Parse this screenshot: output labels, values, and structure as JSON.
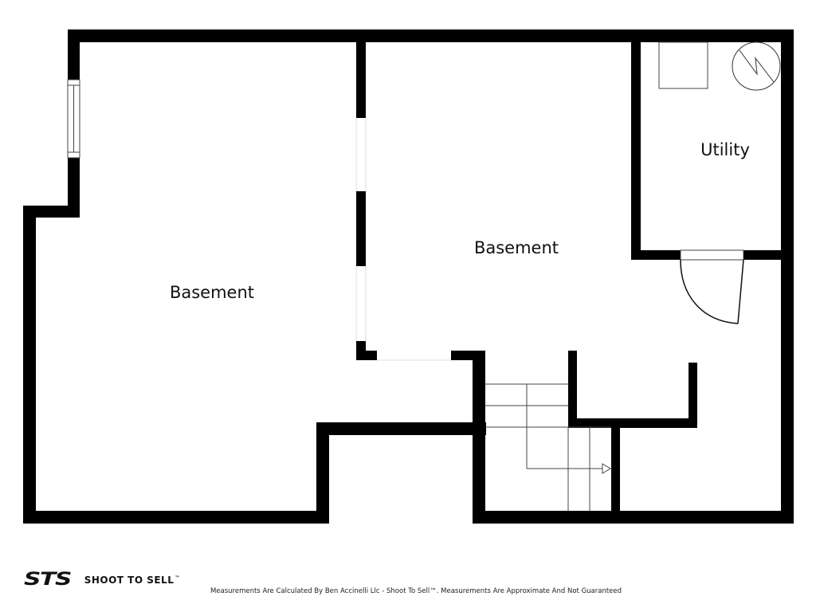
{
  "floorplan": {
    "rooms": [
      {
        "id": "basement-left",
        "label": "Basement"
      },
      {
        "id": "basement-right",
        "label": "Basement"
      },
      {
        "id": "utility",
        "label": "Utility"
      }
    ],
    "fixtures": [
      "water-heater",
      "furnace",
      "stairs",
      "window",
      "swing-door"
    ],
    "colors": {
      "wall": "#000000",
      "background": "#ffffff",
      "line": "#333333"
    }
  },
  "footer": {
    "logo_mark": "STS",
    "brand_name": "SHOOT TO SELL",
    "trademark": "™",
    "disclaimer": "Measurements Are Calculated By Ben Accinelli Llc - Shoot To Sell™. Measurements Are Approximate And Not Guaranteed"
  }
}
